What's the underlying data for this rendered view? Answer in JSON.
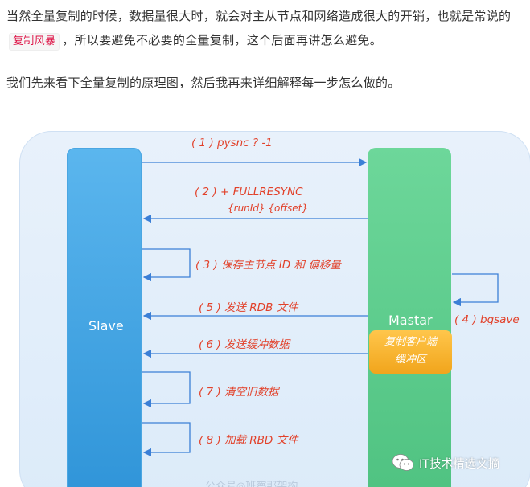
{
  "article": {
    "para1_part1": "当然全量复制的时候，数据量很大时，就会对主从节点和网络造成很大的开销，也就是常说的",
    "para1_code": "复制风暴",
    "para1_part2": "，所以要避免不必要的全量复制，这个后面再讲怎么避免。",
    "para2": "我们先来看下全量复制的原理图，然后我再来详细解释每一步怎么做的。"
  },
  "diagram": {
    "slave_label": "Slave",
    "master_label": "Mastar",
    "buffer_line1": "复制客户端",
    "buffer_line2": "缓冲区",
    "steps": {
      "s1": "( 1 ) pysnc ? -1",
      "s2": "( 2 ) + FULLRESYNC",
      "s2_sub": "{runId} {offset}",
      "s3": "( 3 ) 保存主节点 ID 和 偏移量",
      "s4": "( 4 ) bgsave",
      "s5": "( 5 ) 发送 RDB 文件",
      "s6": "( 6 ) 发送缓冲数据",
      "s7": "( 7 ) 清空旧数据",
      "s8": "( 8 ) 加载 RBD 文件"
    },
    "watermark": "公众号◎班察那架构",
    "colors": {
      "arrow": "#3b7fd6",
      "label": "#e2412a",
      "slave": "#3a9fe0",
      "master": "#57c788",
      "buffer": "#f5ae28"
    }
  },
  "badge": {
    "icon": "wechat-icon",
    "text": "IT技术精选文摘"
  }
}
